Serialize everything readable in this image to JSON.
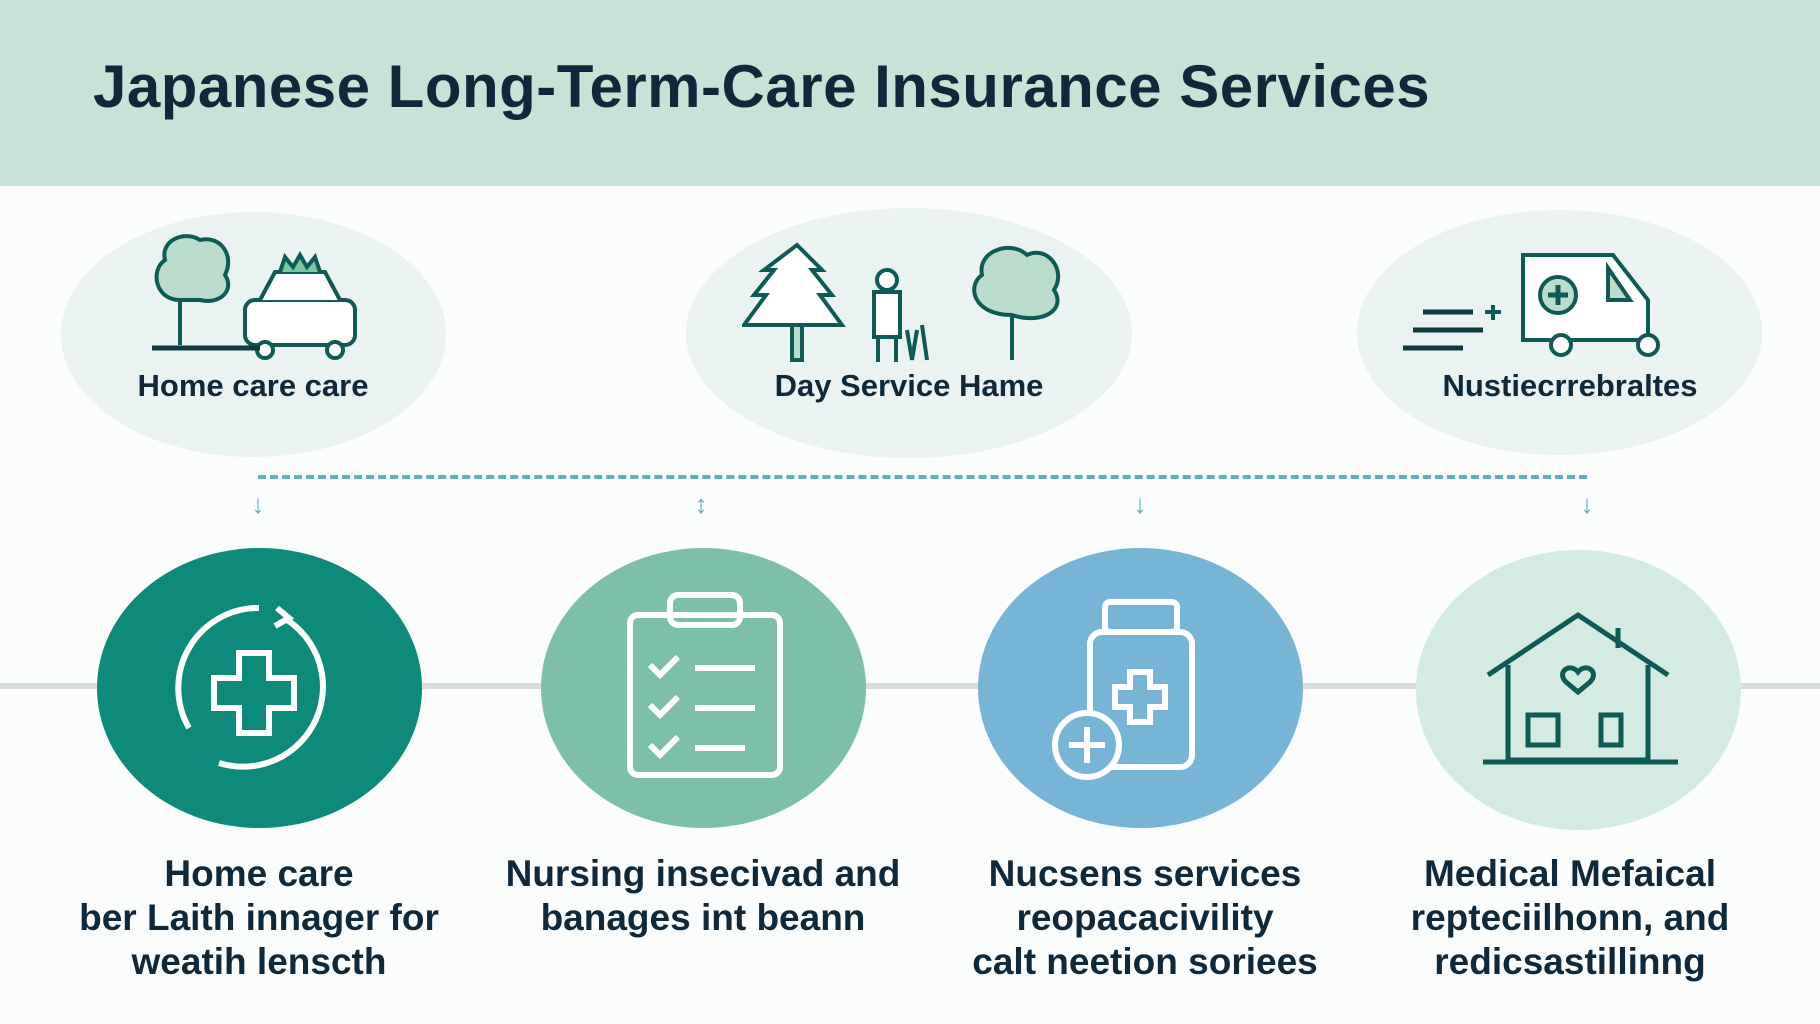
{
  "title": "Japanese Long-Term-Care Insurance Services",
  "top_services": [
    {
      "label": "Home care care",
      "icon": "tree-car-icon"
    },
    {
      "label": "Day Service Hame",
      "icon": "trees-people-icon"
    },
    {
      "label": "Nustiecrrebraltes",
      "icon": "ambulance-icon"
    }
  ],
  "bottom_services": [
    {
      "lines": [
        "Home care",
        "ber Laith innager for",
        "weatih lenscth"
      ],
      "icon": "medical-cross-cycle-icon",
      "color": "#0e8a7a"
    },
    {
      "lines": [
        "Nursing insecivad and",
        "banages int beann"
      ],
      "icon": "clipboard-checklist-icon",
      "color": "#7cbfaa"
    },
    {
      "lines": [
        "Nucsens services",
        "reopacacivility",
        "calt neetion soriees"
      ],
      "icon": "medicine-bottle-icon",
      "color": "#76b5d6"
    },
    {
      "lines": [
        "Medical Mefaical",
        "repteciilhonn, and",
        "redicsastillinng"
      ],
      "icon": "house-heart-icon",
      "color": "#d3ebe2"
    }
  ]
}
